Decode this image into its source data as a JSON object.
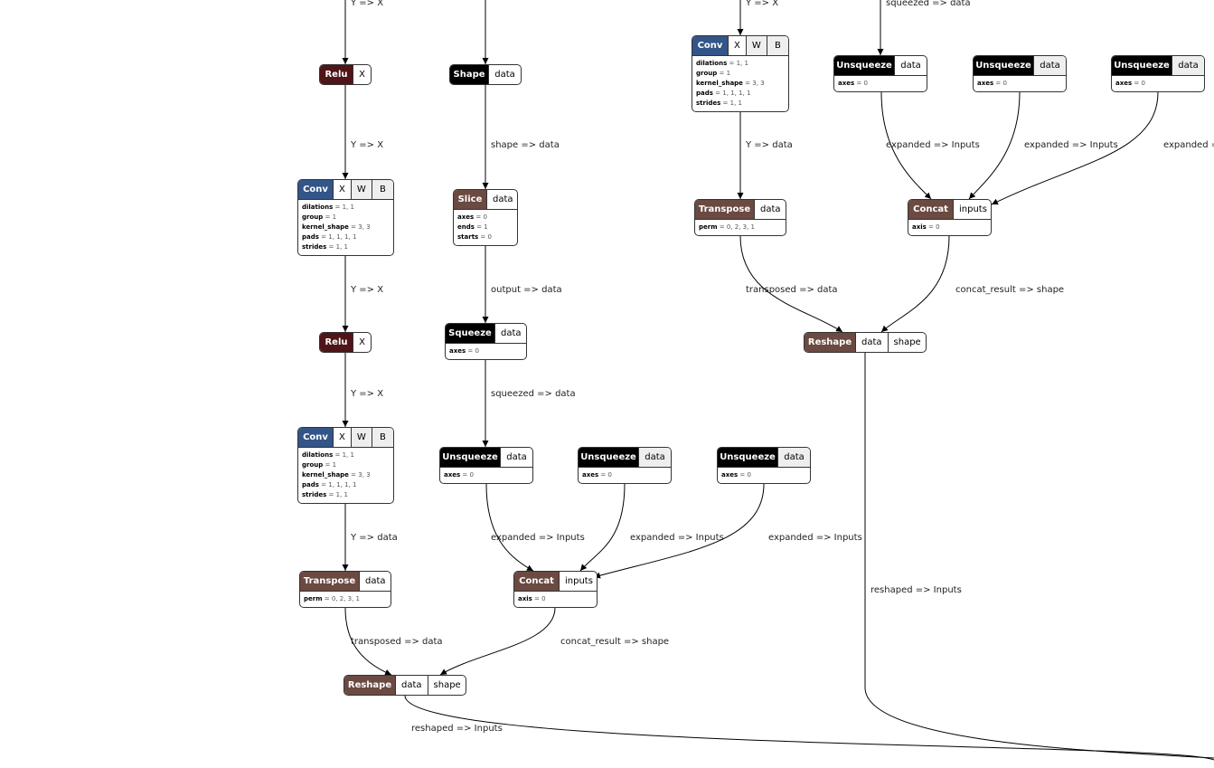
{
  "colors": {
    "relu": "#4f1519",
    "conv": "#335588",
    "shape": "#000000",
    "slice": "#6b4a42",
    "squeeze": "#000000",
    "unsqueeze": "#000000",
    "transpose": "#6b4a42",
    "concat": "#6b4a42",
    "reshape": "#6b4a42"
  },
  "nodes": [
    {
      "id": "relu1",
      "op": "Relu",
      "kind": "relu",
      "ports": [
        {
          "label": "X"
        }
      ],
      "attrs": []
    },
    {
      "id": "conv1",
      "op": "Conv",
      "kind": "conv",
      "ports": [
        {
          "label": "X"
        },
        {
          "label": "W",
          "init": true
        },
        {
          "label": "B",
          "init": true
        }
      ],
      "attrs": [
        {
          "k": "dilations",
          "v": "1, 1"
        },
        {
          "k": "group",
          "v": "1"
        },
        {
          "k": "kernel_shape",
          "v": "3, 3"
        },
        {
          "k": "pads",
          "v": "1, 1, 1, 1"
        },
        {
          "k": "strides",
          "v": "1, 1"
        }
      ]
    },
    {
      "id": "relu2",
      "op": "Relu",
      "kind": "relu",
      "ports": [
        {
          "label": "X"
        }
      ],
      "attrs": []
    },
    {
      "id": "conv2",
      "op": "Conv",
      "kind": "conv",
      "ports": [
        {
          "label": "X"
        },
        {
          "label": "W",
          "init": true
        },
        {
          "label": "B",
          "init": true
        }
      ],
      "attrs": [
        {
          "k": "dilations",
          "v": "1, 1"
        },
        {
          "k": "group",
          "v": "1"
        },
        {
          "k": "kernel_shape",
          "v": "3, 3"
        },
        {
          "k": "pads",
          "v": "1, 1, 1, 1"
        },
        {
          "k": "strides",
          "v": "1, 1"
        }
      ]
    },
    {
      "id": "transpose1",
      "op": "Transpose",
      "kind": "transpose",
      "ports": [
        {
          "label": "data"
        }
      ],
      "attrs": [
        {
          "k": "perm",
          "v": "0, 2, 3, 1"
        }
      ]
    },
    {
      "id": "reshape1",
      "op": "Reshape",
      "kind": "reshape",
      "ports": [
        {
          "label": "data"
        },
        {
          "label": "shape"
        }
      ],
      "attrs": []
    },
    {
      "id": "shape1",
      "op": "Shape",
      "kind": "shape",
      "ports": [
        {
          "label": "data"
        }
      ],
      "attrs": []
    },
    {
      "id": "slice1",
      "op": "Slice",
      "kind": "slice",
      "ports": [
        {
          "label": "data"
        }
      ],
      "attrs": [
        {
          "k": "axes",
          "v": "0"
        },
        {
          "k": "ends",
          "v": "1"
        },
        {
          "k": "starts",
          "v": "0"
        }
      ]
    },
    {
      "id": "squeeze1",
      "op": "Squeeze",
      "kind": "squeeze",
      "ports": [
        {
          "label": "data"
        }
      ],
      "attrs": [
        {
          "k": "axes",
          "v": "0"
        }
      ]
    },
    {
      "id": "unsq1",
      "op": "Unsqueeze",
      "kind": "unsqueeze",
      "ports": [
        {
          "label": "data"
        }
      ],
      "attrs": [
        {
          "k": "axes",
          "v": "0"
        }
      ]
    },
    {
      "id": "unsq2",
      "op": "Unsqueeze",
      "kind": "unsqueeze",
      "ports": [
        {
          "label": "data",
          "init": true
        }
      ],
      "attrs": [
        {
          "k": "axes",
          "v": "0"
        }
      ]
    },
    {
      "id": "unsq3",
      "op": "Unsqueeze",
      "kind": "unsqueeze",
      "ports": [
        {
          "label": "data",
          "init": true
        }
      ],
      "attrs": [
        {
          "k": "axes",
          "v": "0"
        }
      ]
    },
    {
      "id": "concat1",
      "op": "Concat",
      "kind": "concat",
      "ports": [
        {
          "label": "inputs"
        }
      ],
      "attrs": [
        {
          "k": "axis",
          "v": "0"
        }
      ]
    },
    {
      "id": "conv3",
      "op": "Conv",
      "kind": "conv",
      "ports": [
        {
          "label": "X"
        },
        {
          "label": "W",
          "init": true
        },
        {
          "label": "B",
          "init": true
        }
      ],
      "attrs": [
        {
          "k": "dilations",
          "v": "1, 1"
        },
        {
          "k": "group",
          "v": "1"
        },
        {
          "k": "kernel_shape",
          "v": "3, 3"
        },
        {
          "k": "pads",
          "v": "1, 1, 1, 1"
        },
        {
          "k": "strides",
          "v": "1, 1"
        }
      ]
    },
    {
      "id": "transpose2",
      "op": "Transpose",
      "kind": "transpose",
      "ports": [
        {
          "label": "data"
        }
      ],
      "attrs": [
        {
          "k": "perm",
          "v": "0, 2, 3, 1"
        }
      ]
    },
    {
      "id": "unsq4",
      "op": "Unsqueeze",
      "kind": "unsqueeze",
      "ports": [
        {
          "label": "data"
        }
      ],
      "attrs": [
        {
          "k": "axes",
          "v": "0"
        }
      ]
    },
    {
      "id": "unsq5",
      "op": "Unsqueeze",
      "kind": "unsqueeze",
      "ports": [
        {
          "label": "data",
          "init": true
        }
      ],
      "attrs": [
        {
          "k": "axes",
          "v": "0"
        }
      ]
    },
    {
      "id": "unsq6",
      "op": "Unsqueeze",
      "kind": "unsqueeze",
      "ports": [
        {
          "label": "data",
          "init": true
        }
      ],
      "attrs": [
        {
          "k": "axes",
          "v": "0"
        }
      ]
    },
    {
      "id": "concat2",
      "op": "Concat",
      "kind": "concat",
      "ports": [
        {
          "label": "inputs"
        }
      ],
      "attrs": [
        {
          "k": "axis",
          "v": "0"
        }
      ]
    },
    {
      "id": "reshape2",
      "op": "Reshape",
      "kind": "reshape",
      "ports": [
        {
          "label": "data"
        },
        {
          "label": "shape"
        }
      ],
      "attrs": []
    }
  ],
  "edges": [
    {
      "id": "e-top1",
      "label": "Y => X"
    },
    {
      "id": "e-relu1-conv1",
      "label": "Y => X"
    },
    {
      "id": "e-conv1-relu2",
      "label": "Y => X"
    },
    {
      "id": "e-relu2-conv2",
      "label": "Y => X"
    },
    {
      "id": "e-conv2-transpose1",
      "label": "Y => data"
    },
    {
      "id": "e-transpose1-reshape1",
      "label": "transposed => data"
    },
    {
      "id": "e-concat1-reshape1",
      "label": "concat_result => shape"
    },
    {
      "id": "e-reshape1-out",
      "label": "reshaped => Inputs"
    },
    {
      "id": "e-top2",
      "label": ""
    },
    {
      "id": "e-shape1-slice1",
      "label": "shape => data"
    },
    {
      "id": "e-slice1-squeeze1",
      "label": "output => data"
    },
    {
      "id": "e-squeeze1-unsq1",
      "label": "squeezed => data"
    },
    {
      "id": "e-unsq1-concat1",
      "label": "expanded => Inputs"
    },
    {
      "id": "e-unsq2-concat1",
      "label": "expanded => Inputs"
    },
    {
      "id": "e-unsq3-concat1",
      "label": "expanded => Inputs"
    },
    {
      "id": "e-top3",
      "label": "Y => X"
    },
    {
      "id": "e-conv3-transpose2",
      "label": "Y => data"
    },
    {
      "id": "e-transpose2-reshape2",
      "label": "transposed => data"
    },
    {
      "id": "e-concat2-reshape2",
      "label": "concat_result => shape"
    },
    {
      "id": "e-reshape2-out",
      "label": "reshaped => Inputs"
    },
    {
      "id": "e-top4",
      "label": "squeezed => data"
    },
    {
      "id": "e-unsq4-concat2",
      "label": "expanded => Inputs"
    },
    {
      "id": "e-unsq5-concat2",
      "label": "expanded => Inputs"
    },
    {
      "id": "e-unsq6-concat2",
      "label": "expanded => Inputs"
    }
  ]
}
